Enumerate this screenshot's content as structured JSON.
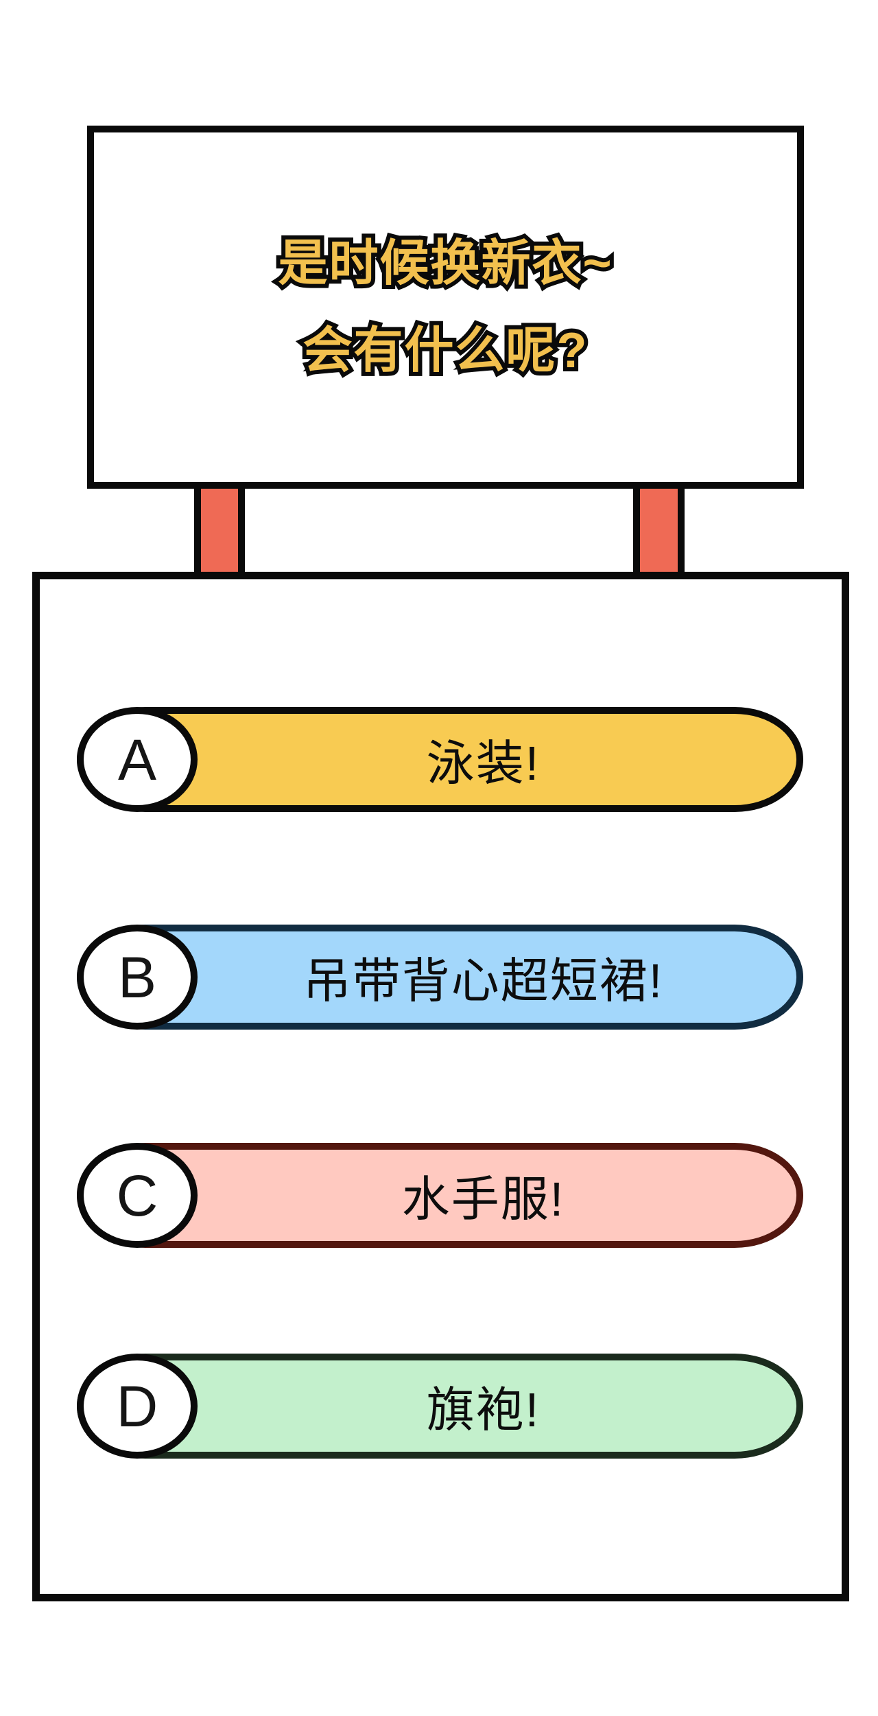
{
  "title": {
    "line1": "是时候换新衣~",
    "line2": "会有什么呢?"
  },
  "options": [
    {
      "letter": "A",
      "label": "泳装!",
      "fill": "#F8CB52",
      "border": "#0A0A0A"
    },
    {
      "letter": "B",
      "label": "吊带背心超短裙!",
      "fill": "#A3D7FB",
      "border": "#112C41"
    },
    {
      "letter": "C",
      "label": "水手服!",
      "fill": "#FFC9C0",
      "border": "#53170F"
    },
    {
      "letter": "D",
      "label": "旗袍!",
      "fill": "#C3F0CC",
      "border": "#1B2B1D"
    }
  ],
  "colors": {
    "background": "#FFFFFF",
    "outline_black": "#0A0A0A",
    "post_fill": "#EF6A55",
    "title_text": "#F2C04E",
    "title_outline": "#0A0A0A"
  }
}
